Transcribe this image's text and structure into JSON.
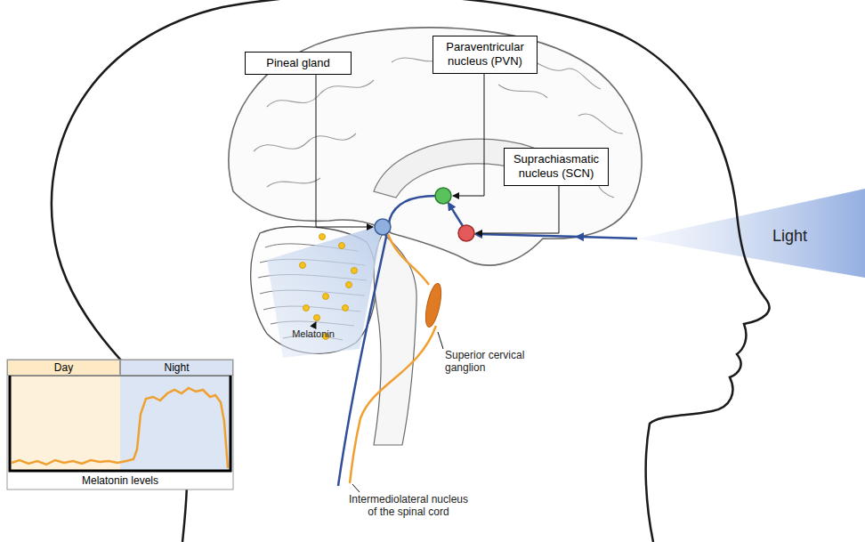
{
  "diagram": {
    "nodes": [
      {
        "text": [
          "Pineal gland"
        ]
      },
      {
        "text": [
          "Paraventricular nucleus (PVN)"
        ]
      },
      {
        "text": [
          "Suprachiasmatic nucleus (SCN)"
        ]
      },
      {
        "text": [
          "Melatonin levels"
        ]
      },
      {
        "text": [
          "Day"
        ],
        "in": 3
      },
      {
        "text": [
          "Night"
        ],
        "in": 3
      }
    ],
    "labels": [
      "Light",
      "Melatonin",
      "Superior cervical ganglion",
      "Intermediolateral nucleus of the spinal cord"
    ]
  }
}
